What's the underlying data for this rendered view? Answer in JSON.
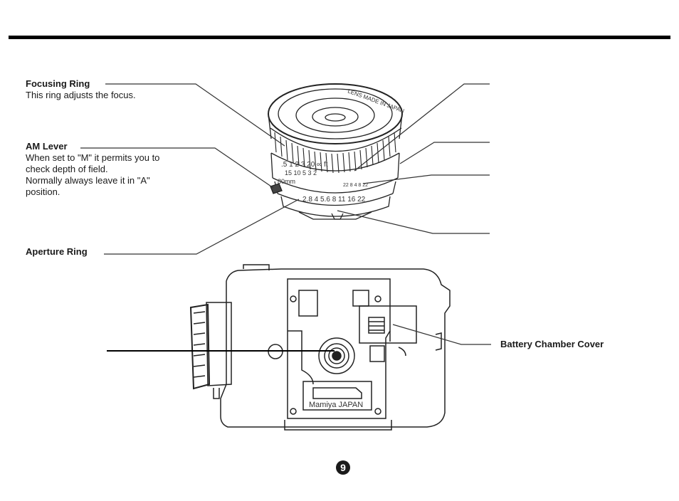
{
  "labels": {
    "focusing_ring": {
      "title": "Focusing Ring",
      "desc": "This ring adjusts the focus."
    },
    "am_lever": {
      "title": "AM  Lever",
      "desc": [
        "When set to \"M\" it permits you to",
        "check  depth of field.",
        "Normally always leave it in \"A\"",
        "position."
      ]
    },
    "aperture_ring": "Aperture Ring",
    "battery_cover": "Battery Chamber Cover"
  },
  "lens": {
    "aperture_scale": "2.8  4  5.6  8  11  16  22",
    "dof_scale": "22 8 4 8 22",
    "distance_ft": ".5  1  2  3  20  ∞  ft",
    "distance_m": "15  10  5  3  2",
    "focal": "80mm",
    "engraving": "LENS MADE IN JAPAN"
  },
  "body_plate": "Mamiya  JAPAN",
  "page_number": "9"
}
